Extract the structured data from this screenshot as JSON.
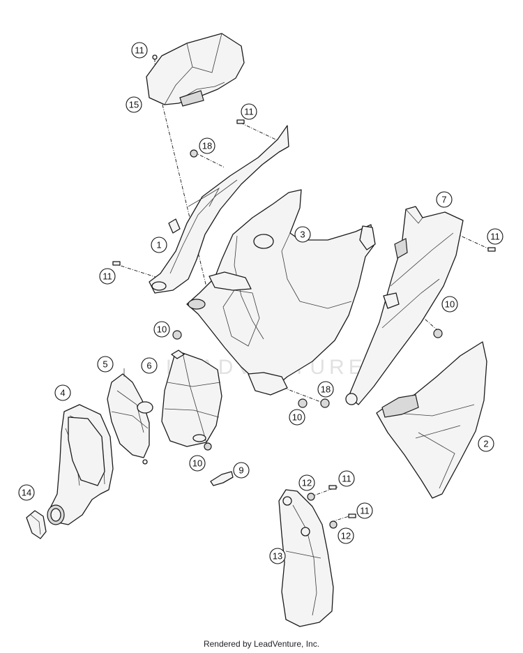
{
  "footer": {
    "credit": "Rendered by LeadVenture, Inc."
  },
  "watermark": {
    "text": "LEADVENTURE"
  },
  "callouts": [
    {
      "id": "c-11-top",
      "label": "11"
    },
    {
      "id": "c-15",
      "label": "15"
    },
    {
      "id": "c-11-upper",
      "label": "11"
    },
    {
      "id": "c-18-upper",
      "label": "18"
    },
    {
      "id": "c-3",
      "label": "3"
    },
    {
      "id": "c-7",
      "label": "7"
    },
    {
      "id": "c-11-right",
      "label": "11"
    },
    {
      "id": "c-1",
      "label": "1"
    },
    {
      "id": "c-11-left",
      "label": "11"
    },
    {
      "id": "c-10-left",
      "label": "10"
    },
    {
      "id": "c-10-right",
      "label": "10"
    },
    {
      "id": "c-5",
      "label": "5"
    },
    {
      "id": "c-6",
      "label": "6"
    },
    {
      "id": "c-4",
      "label": "4"
    },
    {
      "id": "c-18-lower",
      "label": "18"
    },
    {
      "id": "c-10-center",
      "label": "10"
    },
    {
      "id": "c-2",
      "label": "2"
    },
    {
      "id": "c-10-lower",
      "label": "10"
    },
    {
      "id": "c-9",
      "label": "9"
    },
    {
      "id": "c-14",
      "label": "14"
    },
    {
      "id": "c-12-upper",
      "label": "12"
    },
    {
      "id": "c-11-lower-a",
      "label": "11"
    },
    {
      "id": "c-11-lower-b",
      "label": "11"
    },
    {
      "id": "c-12-lower",
      "label": "12"
    },
    {
      "id": "c-13",
      "label": "13"
    }
  ]
}
